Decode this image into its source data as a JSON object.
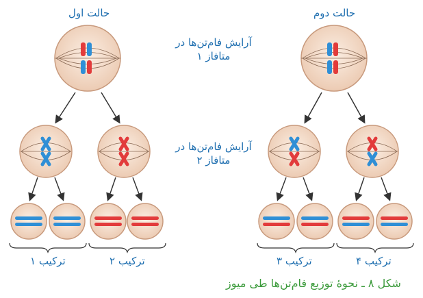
{
  "case_left_title": "حالت اول",
  "case_right_title": "حالت دوم",
  "metaphase1_label": "آرایش فام‌تن‌ها در متافاز ۱",
  "metaphase2_label": "آرایش فام‌تن‌ها در متافاز ۲",
  "combinations": [
    "ترکیب ۱",
    "ترکیب ۲",
    "ترکیب ۳",
    "ترکیب ۴"
  ],
  "caption": "شکل ۸ ـ نحوهٔ توزیع فام‌تن‌ها طی میوز",
  "colors": {
    "cell_fill": "#f3d9c5",
    "cell_stroke": "#c89a7d",
    "maternal": "#e23b3b",
    "paternal": "#2f8fd6",
    "text": "#1f6fb0",
    "caption": "#3a9a3a"
  }
}
